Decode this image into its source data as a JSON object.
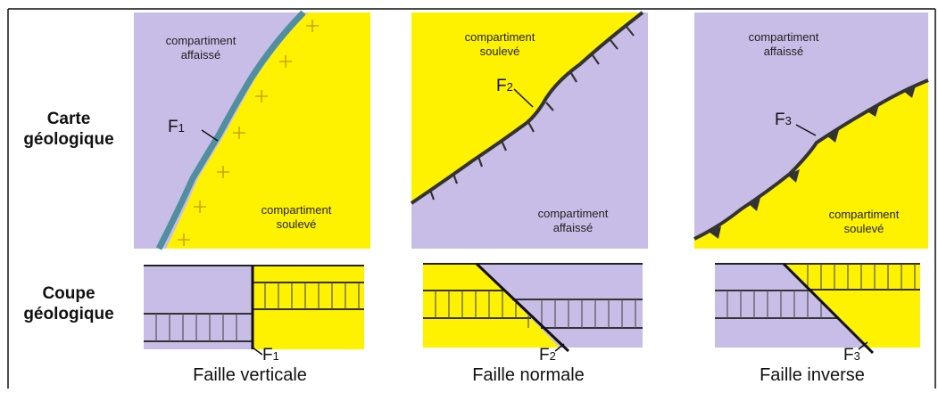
{
  "row_labels": {
    "map": [
      "Carte",
      "géologique"
    ],
    "section": [
      "Coupe",
      "géologique"
    ]
  },
  "panels": [
    {
      "fault": "F1",
      "fault_index": "1",
      "caption": "Faille verticale",
      "map_upper_compartment": [
        "compartiment",
        "affaissé"
      ],
      "map_lower_compartment": [
        "compartiment",
        "soulevé"
      ]
    },
    {
      "fault": "F2",
      "fault_index": "2",
      "caption": "Faille normale",
      "map_upper_compartment": [
        "compartiment",
        "soulevé"
      ],
      "map_lower_compartment": [
        "compartiment",
        "affaissé"
      ]
    },
    {
      "fault": "F3",
      "fault_index": "3",
      "caption": "Faille inverse",
      "map_upper_compartment": [
        "compartiment",
        "affaissé"
      ],
      "map_lower_compartment": [
        "compartiment",
        "soulevé"
      ]
    }
  ],
  "colors": {
    "lavender": "#c8bde6",
    "yellow": "#fff200",
    "fault_line": "#333333",
    "vertical_fault_band": "#4f8fa0",
    "cross_symbol": "#c9a600"
  }
}
